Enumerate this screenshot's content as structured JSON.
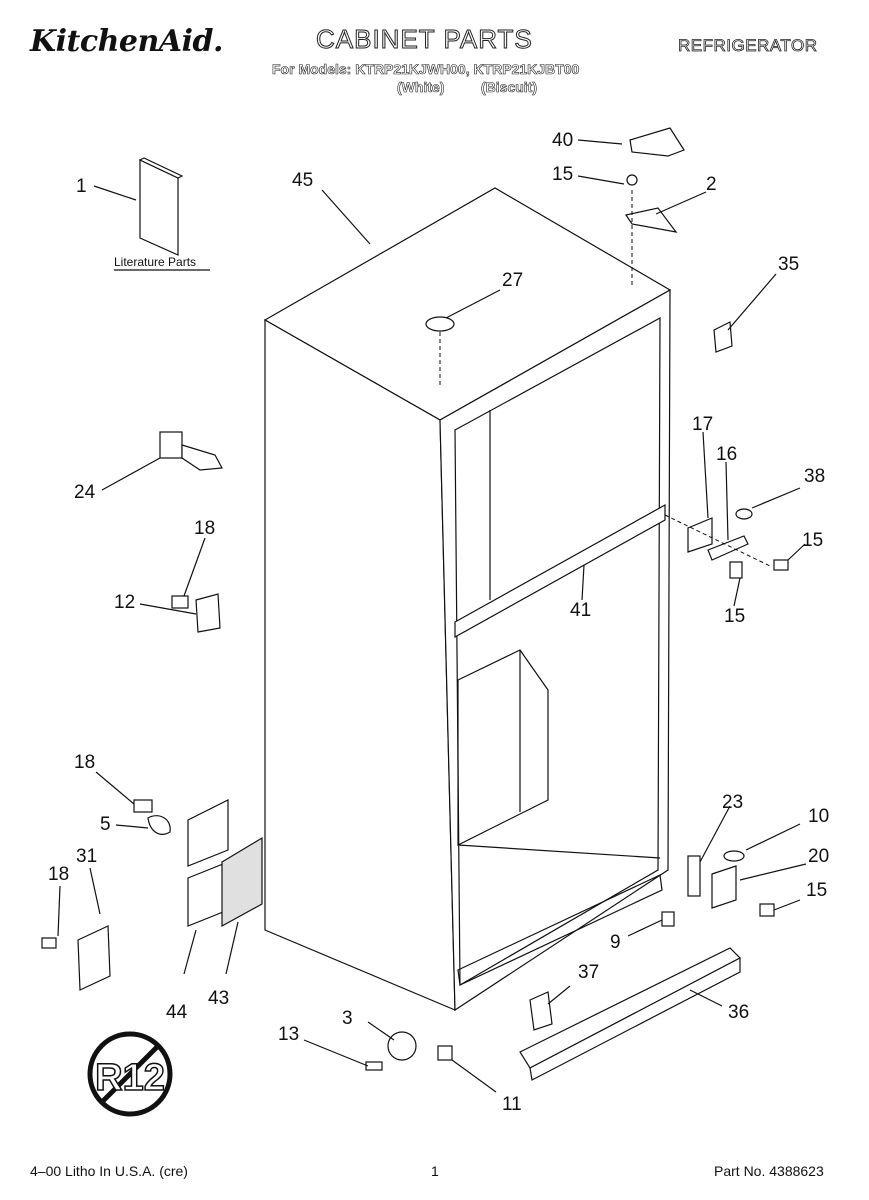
{
  "header": {
    "brand": "KitchenAid.",
    "title": "CABINET PARTS",
    "appliance": "REFRIGERATOR",
    "models": "For Models: KTRP21KJWH00, KTRP21KJBT00",
    "variant_1": "(White)",
    "variant_2": "(Biscuit)"
  },
  "diagram": {
    "literature_label": "Literature Parts",
    "callouts": [
      "1",
      "45",
      "40",
      "15",
      "2",
      "35",
      "27",
      "24",
      "17",
      "16",
      "38",
      "15",
      "18",
      "12",
      "41",
      "15",
      "18",
      "5",
      "23",
      "10",
      "31",
      "20",
      "18",
      "15",
      "9",
      "44",
      "43",
      "37",
      "36",
      "3",
      "13",
      "11"
    ],
    "prohibition_symbol_text": "R12"
  },
  "footer": {
    "litho": "4–00 Litho In U.S.A. (cre)",
    "page": "1",
    "part_no": "Part No. 4388623"
  }
}
